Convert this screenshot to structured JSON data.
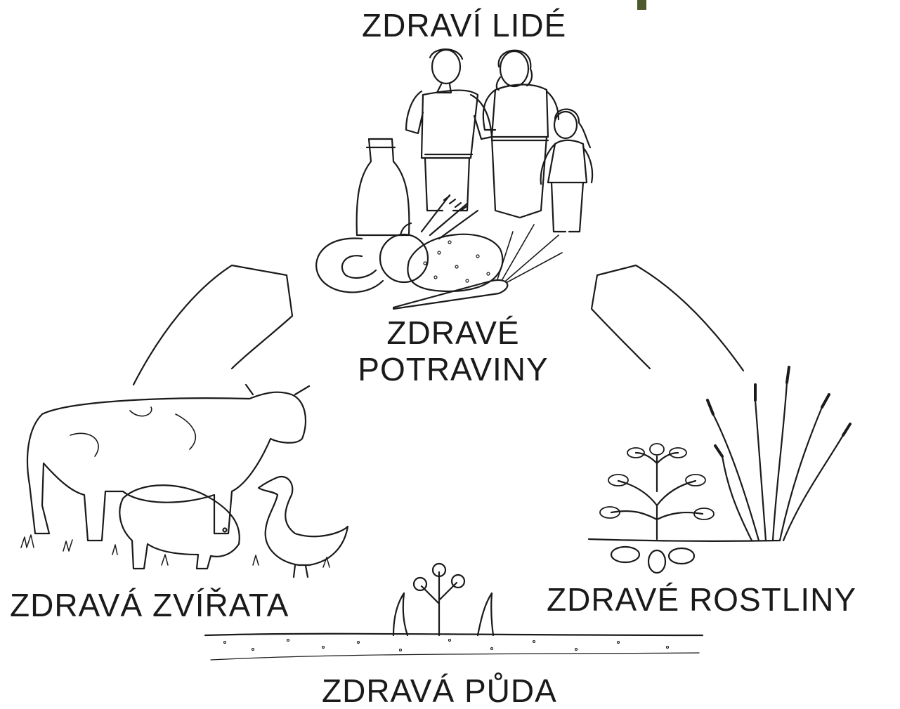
{
  "labels": {
    "people": "ZDRAVÍ LIDÉ",
    "food_line1": "ZDRAVÉ",
    "food_line2": "POTRAVINY",
    "animals": "ZDRAVÁ ZVÍŘATA",
    "plants": "ZDRAVÉ ROSTLINY",
    "soil": "ZDRAVÁ PŮDA"
  },
  "colors": {
    "ink": "#1a1a1a",
    "background": "#ffffff",
    "accent_corner": "#4c5a2c"
  }
}
